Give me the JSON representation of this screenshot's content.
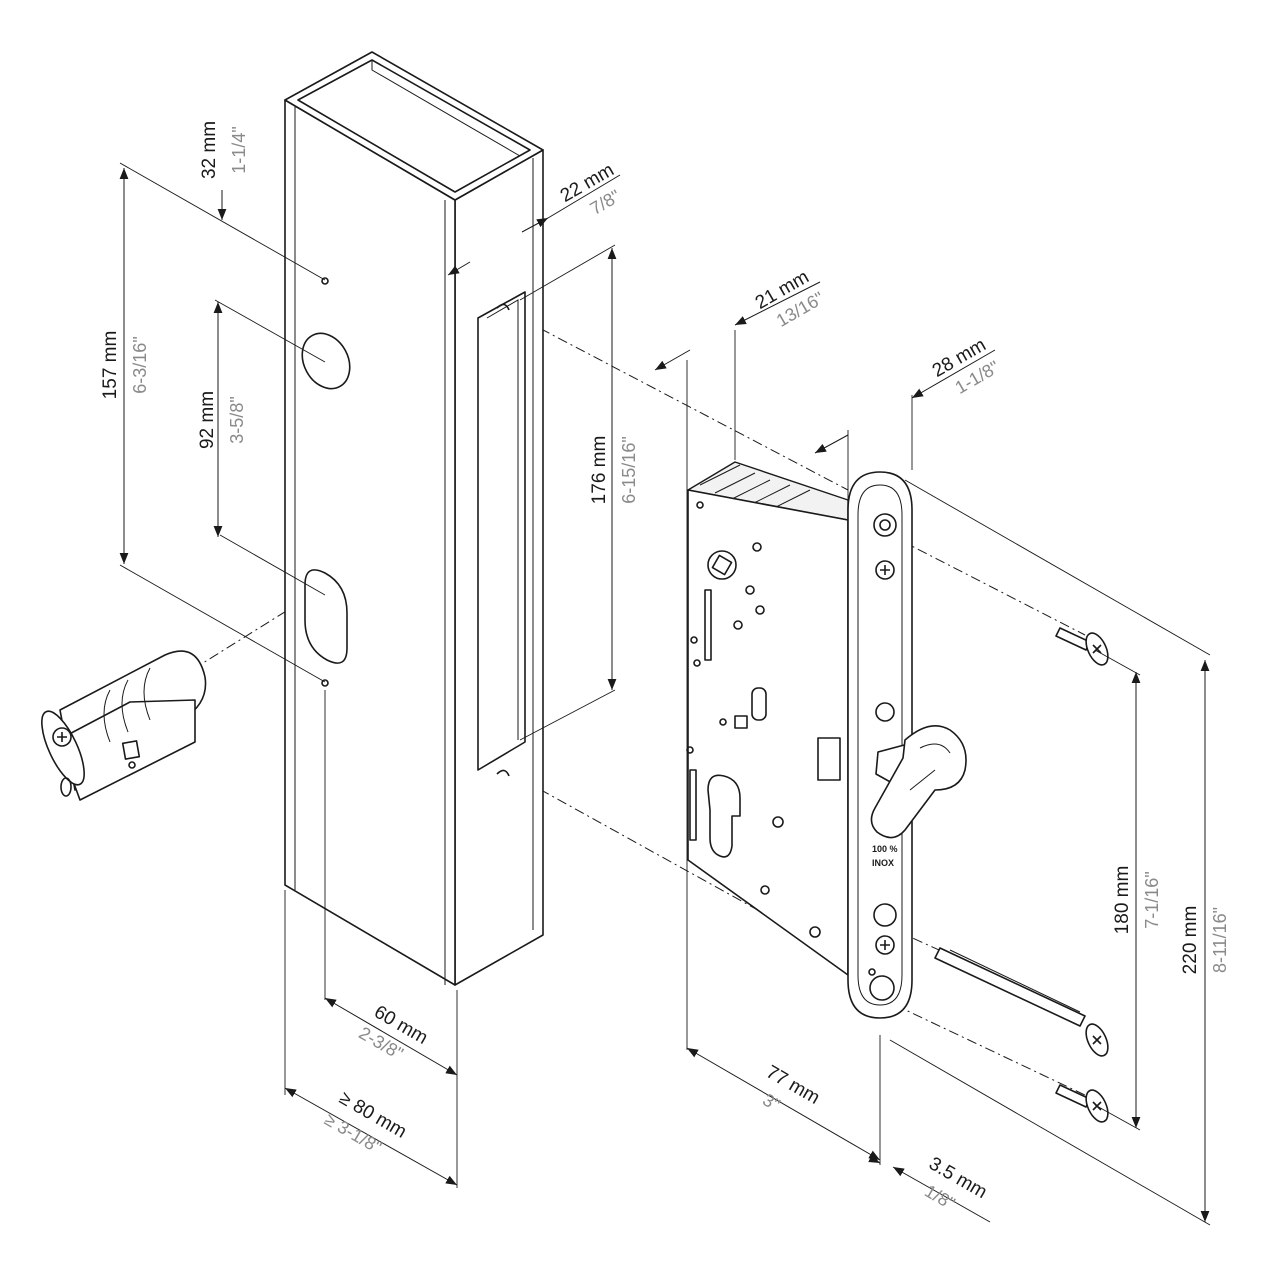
{
  "colors": {
    "ink": "#1a1a1a",
    "imperial": "#8a8a8a",
    "background": "#ffffff"
  },
  "dimensions": {
    "top_hole_offset": {
      "mm": "32 mm",
      "in": "1-1/4\""
    },
    "hole_spacing": {
      "mm": "92 mm",
      "in": "3-5/8\""
    },
    "total_hole_span": {
      "mm": "157 mm",
      "in": "6-3/16\""
    },
    "slot_height": {
      "mm": "176 mm",
      "in": "6-15/16\""
    },
    "slot_width": {
      "mm": "22 mm",
      "in": "7/8\""
    },
    "case_depth": {
      "mm": "21 mm",
      "in": "13/16\""
    },
    "faceplate_width": {
      "mm": "28 mm",
      "in": "1-1/8\""
    },
    "backset_offset": {
      "mm": "60 mm",
      "in": "2-3/8\""
    },
    "profile_width": {
      "mm": "≥ 80 mm",
      "in": "≥ 3-1/8\""
    },
    "case_width": {
      "mm": "77 mm",
      "in": "3\""
    },
    "faceplate_thickness": {
      "mm": "3.5 mm",
      "in": "1/8\""
    },
    "screw_spacing": {
      "mm": "180 mm",
      "in": "7-1/16\""
    },
    "faceplate_length": {
      "mm": "220 mm",
      "in": "8-11/16\""
    }
  },
  "faceplate_marking": {
    "line1": "100 %",
    "line2": "INOX"
  }
}
